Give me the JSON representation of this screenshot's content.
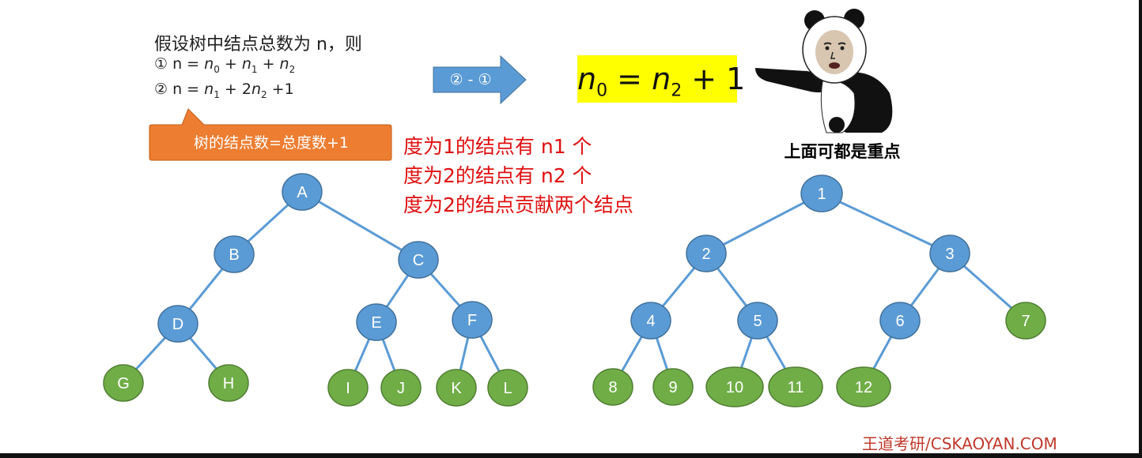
{
  "formulas": {
    "intro": "假设树中结点总数为 n，则",
    "eq1": {
      "num": "①",
      "lhs": "n = ",
      "a": "n",
      "a_sub": "0",
      "p1": "+ ",
      "b": "n",
      "b_sub": "1",
      "p2": " + ",
      "c": "n",
      "c_sub": "2"
    },
    "eq2": {
      "num": "②",
      "lhs": "n = ",
      "a": "n",
      "a_sub": "1",
      "p1": "+ 2",
      "b": "n",
      "b_sub": "2",
      "tail": " +1"
    }
  },
  "callout": {
    "text": "树的结点数=总度数+1"
  },
  "arrow": {
    "text": "② - ①"
  },
  "result": {
    "n0": "n",
    "n0_sub": "0",
    "eq": " = ",
    "n2": "n",
    "n2_sub": "2",
    "tail": " + 1"
  },
  "notes": [
    "度为1的结点有 n1 个",
    "度为2的结点有 n2 个",
    "度为2的结点贡献两个结点"
  ],
  "meme": {
    "caption": "上面可都是重点"
  },
  "watermark": "王道考研/CSKAOYAN.COM",
  "colors": {
    "internal": "#5b9bd5",
    "leaf": "#70ad47",
    "edge": "#5b9bd5",
    "callout": "#ed7d31",
    "arrow": "#5b9bd5",
    "highlight": "#ffff00",
    "note": "#e01010"
  },
  "tree_left": {
    "nodes": [
      {
        "id": "A",
        "label": "A",
        "leaf": false
      },
      {
        "id": "B",
        "label": "B",
        "leaf": false
      },
      {
        "id": "C",
        "label": "C",
        "leaf": false
      },
      {
        "id": "D",
        "label": "D",
        "leaf": false
      },
      {
        "id": "E",
        "label": "E",
        "leaf": false
      },
      {
        "id": "F",
        "label": "F",
        "leaf": false
      },
      {
        "id": "G",
        "label": "G",
        "leaf": true
      },
      {
        "id": "H",
        "label": "H",
        "leaf": true
      },
      {
        "id": "I",
        "label": "I",
        "leaf": true
      },
      {
        "id": "J",
        "label": "J",
        "leaf": true
      },
      {
        "id": "K",
        "label": "K",
        "leaf": true
      },
      {
        "id": "L",
        "label": "L",
        "leaf": true
      }
    ],
    "edges": [
      [
        "A",
        "B"
      ],
      [
        "A",
        "C"
      ],
      [
        "B",
        "D"
      ],
      [
        "D",
        "G"
      ],
      [
        "D",
        "H"
      ],
      [
        "C",
        "E"
      ],
      [
        "C",
        "F"
      ],
      [
        "E",
        "I"
      ],
      [
        "E",
        "J"
      ],
      [
        "F",
        "K"
      ],
      [
        "F",
        "L"
      ]
    ]
  },
  "tree_right": {
    "nodes": [
      {
        "id": "1",
        "label": "1",
        "leaf": false
      },
      {
        "id": "2",
        "label": "2",
        "leaf": false
      },
      {
        "id": "3",
        "label": "3",
        "leaf": false
      },
      {
        "id": "4",
        "label": "4",
        "leaf": false
      },
      {
        "id": "5",
        "label": "5",
        "leaf": false
      },
      {
        "id": "6",
        "label": "6",
        "leaf": false
      },
      {
        "id": "7",
        "label": "7",
        "leaf": true
      },
      {
        "id": "8",
        "label": "8",
        "leaf": true
      },
      {
        "id": "9",
        "label": "9",
        "leaf": true
      },
      {
        "id": "10",
        "label": "10",
        "leaf": true
      },
      {
        "id": "11",
        "label": "11",
        "leaf": true
      },
      {
        "id": "12",
        "label": "12",
        "leaf": true
      }
    ],
    "edges": [
      [
        "1",
        "2"
      ],
      [
        "1",
        "3"
      ],
      [
        "2",
        "4"
      ],
      [
        "2",
        "5"
      ],
      [
        "3",
        "6"
      ],
      [
        "3",
        "7"
      ],
      [
        "4",
        "8"
      ],
      [
        "4",
        "9"
      ],
      [
        "5",
        "10"
      ],
      [
        "5",
        "11"
      ],
      [
        "6",
        "12"
      ]
    ]
  }
}
